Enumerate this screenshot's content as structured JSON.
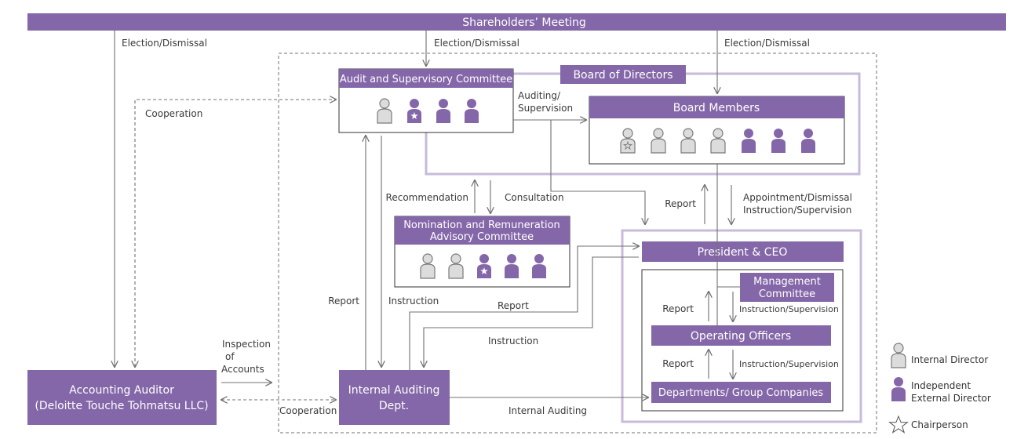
{
  "colors": {
    "primary": "#8467a8",
    "frame_light": "#c7bbd9",
    "line": "#707070",
    "internal_fill": "#dcdcdc",
    "internal_stroke": "#7a7a7a"
  },
  "shareholders": "Shareholders’ Meeting",
  "election_left": "Election/Dismissal",
  "election_mid": "Election/Dismissal",
  "election_right": "Election/Dismissal",
  "board_of_directors": "Board of Directors",
  "audit_committee": "Audit and Supervisory Committee",
  "auditing_supervision": [
    "Auditing/",
    "Supervision"
  ],
  "board_members": "Board Members",
  "cooperation_top": "Cooperation",
  "recommendation": "Recommendation",
  "consultation": "Consultation",
  "nomination": [
    "Nomination and Remuneration",
    "Advisory Committee"
  ],
  "report_ceo": "Report",
  "appointment": [
    "Appointment/Dismissal",
    "Instruction/Supervision"
  ],
  "president": "President & CEO",
  "management": [
    "Management",
    "Committee"
  ],
  "report_left": "Report",
  "instruction_left": "Instruction",
  "report_mid": "Report",
  "instruction_mid": "Instruction",
  "report_mc": "Report",
  "instr_sup_mc": "Instruction/Supervision",
  "operating": "Operating Officers",
  "report_oo": "Report",
  "instr_sup_oo": "Instruction/Supervision",
  "departments": "Departments/ Group Companies",
  "inspection": [
    "Inspection",
    "of",
    "Accounts"
  ],
  "accounting_auditor": [
    "Accounting Auditor",
    "(Deloitte Touche Tohmatsu LLC)"
  ],
  "internal_auditing_dept": [
    "Internal Auditing",
    "Dept."
  ],
  "cooperation_bottom": "Cooperation",
  "internal_auditing": "Internal Auditing",
  "legend": {
    "internal": "Internal Director",
    "external": [
      "Independent",
      "External Director"
    ],
    "chair": "Chairperson"
  }
}
